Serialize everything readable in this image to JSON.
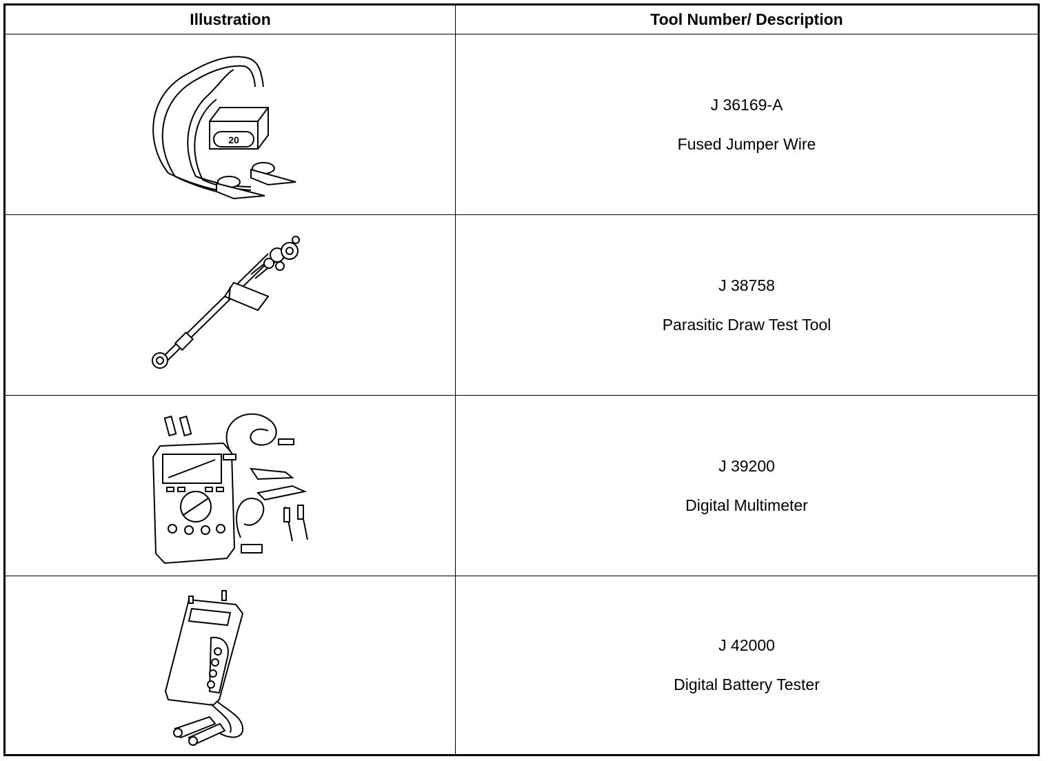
{
  "table": {
    "headers": {
      "illustration": "Illustration",
      "tool": "Tool Number/ Description"
    },
    "rows": [
      {
        "number": "J 36169-A",
        "description": "Fused Jumper Wire",
        "illustration_icon": "fused-jumper-wire-icon",
        "fuse_label": "20"
      },
      {
        "number": "J 38758",
        "description": "Parasitic Draw Test Tool",
        "illustration_icon": "parasitic-draw-test-tool-icon"
      },
      {
        "number": "J 39200",
        "description": "Digital Multimeter",
        "illustration_icon": "digital-multimeter-icon"
      },
      {
        "number": "J 42000",
        "description": "Digital Battery Tester",
        "illustration_icon": "digital-battery-tester-icon"
      }
    ]
  }
}
